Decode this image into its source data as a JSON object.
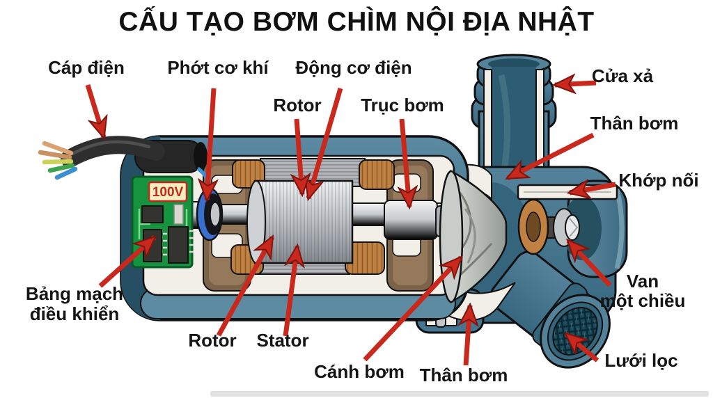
{
  "title": "CẤU TẠO BƠM CHÌM NỘI ĐỊA NHẬT",
  "diagram": {
    "board_voltage": "100V",
    "labels": {
      "cap_dien": "Cáp điện",
      "phot_co_khi": "Phớt cơ khí",
      "dong_co_dien": "Động cơ điện",
      "rotor_top": "Rotor",
      "truc_bom": "Trục bơm",
      "cua_xa": "Cửa xả",
      "than_bom_right": "Thân bơm",
      "khop_noi": "Khớp nối",
      "van_line1": "Van",
      "van_line2": "một chiều",
      "luoi_loc": "Lưới lọc",
      "canh_bom": "Cánh bơm",
      "than_bom_bottom": "Thân bơm",
      "stator": "Stator",
      "rotor_bottom": "Rotor",
      "bang_mach_line1": "Bảng mạch",
      "bang_mach_line2": "điều khiển"
    },
    "colors": {
      "arrow_red": "#c9281d",
      "body_teal": "#4a7d96",
      "copper": "#c08142",
      "pcb_green": "#15933f",
      "seal_blue": "#3a6fd0"
    }
  }
}
